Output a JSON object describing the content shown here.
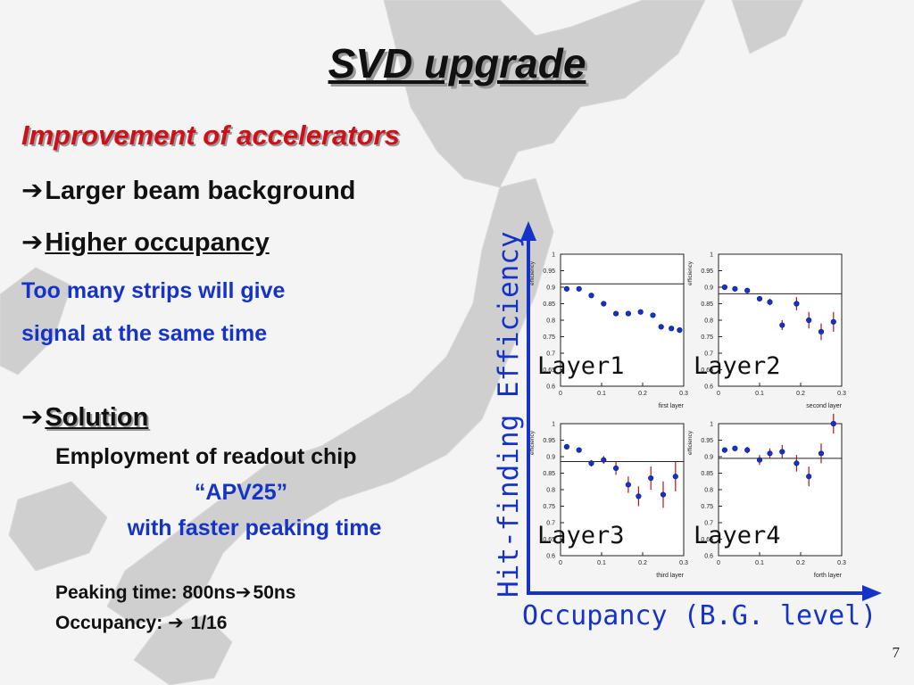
{
  "slide": {
    "title": "SVD upgrade",
    "heading": "Improvement of accelerators",
    "arrow": "➔",
    "bullet1": "Larger beam background",
    "bullet2": "Higher occupancy",
    "blue_line1": "Too many strips will give",
    "blue_line2": "signal at the same time",
    "solution_label": "Solution",
    "solution_line1": "Employment of readout chip",
    "solution_line2": "“APV25”",
    "solution_line3": "with faster peaking time",
    "peaking_label": "Peaking time: 800ns",
    "peaking_value": "50ns",
    "occupancy_label": "Occupancy:",
    "occupancy_value": "1/16",
    "page_number": "7"
  },
  "figure": {
    "y_axis_label": "Hit-finding Efficiency",
    "x_axis_label": "Occupancy (B.G. level)",
    "axis_color": "#1633c8",
    "marker_color": "#1633c8",
    "error_bar_color": "#b01818"
  },
  "chart_data": [
    {
      "type": "scatter",
      "title": "Layer1",
      "xlabel": "first layer",
      "ylabel": "efficiency",
      "xlim": [
        0,
        0.3
      ],
      "ylim": [
        0.6,
        1
      ],
      "x_ticks": [
        "0",
        "0.1",
        "0.2",
        "0.3"
      ],
      "y_ticks": [
        "0.6",
        "0.65",
        "0.7",
        "0.75",
        "0.8",
        "0.85",
        "0.9",
        "0.95",
        "1"
      ],
      "reference_line": 0.91,
      "points": [
        {
          "x": 0.015,
          "y": 0.895,
          "err": 0.004
        },
        {
          "x": 0.045,
          "y": 0.895,
          "err": 0.004
        },
        {
          "x": 0.075,
          "y": 0.875,
          "err": 0.005
        },
        {
          "x": 0.105,
          "y": 0.85,
          "err": 0.005
        },
        {
          "x": 0.135,
          "y": 0.82,
          "err": 0.006
        },
        {
          "x": 0.165,
          "y": 0.82,
          "err": 0.006
        },
        {
          "x": 0.195,
          "y": 0.825,
          "err": 0.006
        },
        {
          "x": 0.225,
          "y": 0.815,
          "err": 0.006
        },
        {
          "x": 0.245,
          "y": 0.78,
          "err": 0.007
        },
        {
          "x": 0.27,
          "y": 0.775,
          "err": 0.007
        },
        {
          "x": 0.29,
          "y": 0.77,
          "err": 0.008
        }
      ]
    },
    {
      "type": "scatter",
      "title": "Layer2",
      "xlabel": "second layer",
      "ylabel": "efficiency",
      "xlim": [
        0,
        0.3
      ],
      "ylim": [
        0.6,
        1
      ],
      "x_ticks": [
        "0",
        "0.1",
        "0.2",
        "0.3"
      ],
      "y_ticks": [
        "0.6",
        "0.65",
        "0.7",
        "0.75",
        "0.8",
        "0.85",
        "0.9",
        "0.95",
        "1"
      ],
      "reference_line": 0.88,
      "points": [
        {
          "x": 0.015,
          "y": 0.9,
          "err": 0.005
        },
        {
          "x": 0.04,
          "y": 0.895,
          "err": 0.005
        },
        {
          "x": 0.07,
          "y": 0.89,
          "err": 0.006
        },
        {
          "x": 0.1,
          "y": 0.865,
          "err": 0.008
        },
        {
          "x": 0.125,
          "y": 0.855,
          "err": 0.01
        },
        {
          "x": 0.155,
          "y": 0.785,
          "err": 0.015
        },
        {
          "x": 0.19,
          "y": 0.85,
          "err": 0.02
        },
        {
          "x": 0.22,
          "y": 0.8,
          "err": 0.025
        },
        {
          "x": 0.25,
          "y": 0.765,
          "err": 0.025
        },
        {
          "x": 0.28,
          "y": 0.795,
          "err": 0.03
        }
      ]
    },
    {
      "type": "scatter",
      "title": "Layer3",
      "xlabel": "third layer",
      "ylabel": "efficiency",
      "xlim": [
        0,
        0.3
      ],
      "ylim": [
        0.6,
        1
      ],
      "x_ticks": [
        "0",
        "0.1",
        "0.2",
        "0.3"
      ],
      "y_ticks": [
        "0.6",
        "0.65",
        "0.7",
        "0.75",
        "0.8",
        "0.85",
        "0.9",
        "0.95",
        "1"
      ],
      "reference_line": 0.885,
      "points": [
        {
          "x": 0.015,
          "y": 0.93,
          "err": 0.006
        },
        {
          "x": 0.045,
          "y": 0.92,
          "err": 0.008
        },
        {
          "x": 0.075,
          "y": 0.88,
          "err": 0.01
        },
        {
          "x": 0.105,
          "y": 0.89,
          "err": 0.012
        },
        {
          "x": 0.135,
          "y": 0.865,
          "err": 0.02
        },
        {
          "x": 0.165,
          "y": 0.815,
          "err": 0.025
        },
        {
          "x": 0.19,
          "y": 0.78,
          "err": 0.03
        },
        {
          "x": 0.22,
          "y": 0.835,
          "err": 0.035
        },
        {
          "x": 0.25,
          "y": 0.785,
          "err": 0.04
        },
        {
          "x": 0.28,
          "y": 0.84,
          "err": 0.045
        }
      ]
    },
    {
      "type": "scatter",
      "title": "Layer4",
      "xlabel": "forth layer",
      "ylabel": "efficiency",
      "xlim": [
        0,
        0.3
      ],
      "ylim": [
        0.6,
        1
      ],
      "x_ticks": [
        "0",
        "0.1",
        "0.2",
        "0.3"
      ],
      "y_ticks": [
        "0.6",
        "0.65",
        "0.7",
        "0.75",
        "0.8",
        "0.85",
        "0.9",
        "0.95",
        "1"
      ],
      "reference_line": 0.895,
      "points": [
        {
          "x": 0.015,
          "y": 0.92,
          "err": 0.008
        },
        {
          "x": 0.04,
          "y": 0.925,
          "err": 0.008
        },
        {
          "x": 0.07,
          "y": 0.92,
          "err": 0.01
        },
        {
          "x": 0.1,
          "y": 0.89,
          "err": 0.015
        },
        {
          "x": 0.125,
          "y": 0.91,
          "err": 0.015
        },
        {
          "x": 0.155,
          "y": 0.915,
          "err": 0.02
        },
        {
          "x": 0.19,
          "y": 0.88,
          "err": 0.025
        },
        {
          "x": 0.22,
          "y": 0.84,
          "err": 0.03
        },
        {
          "x": 0.25,
          "y": 0.91,
          "err": 0.03
        },
        {
          "x": 0.28,
          "y": 1.0,
          "err": 0.03
        }
      ]
    }
  ]
}
